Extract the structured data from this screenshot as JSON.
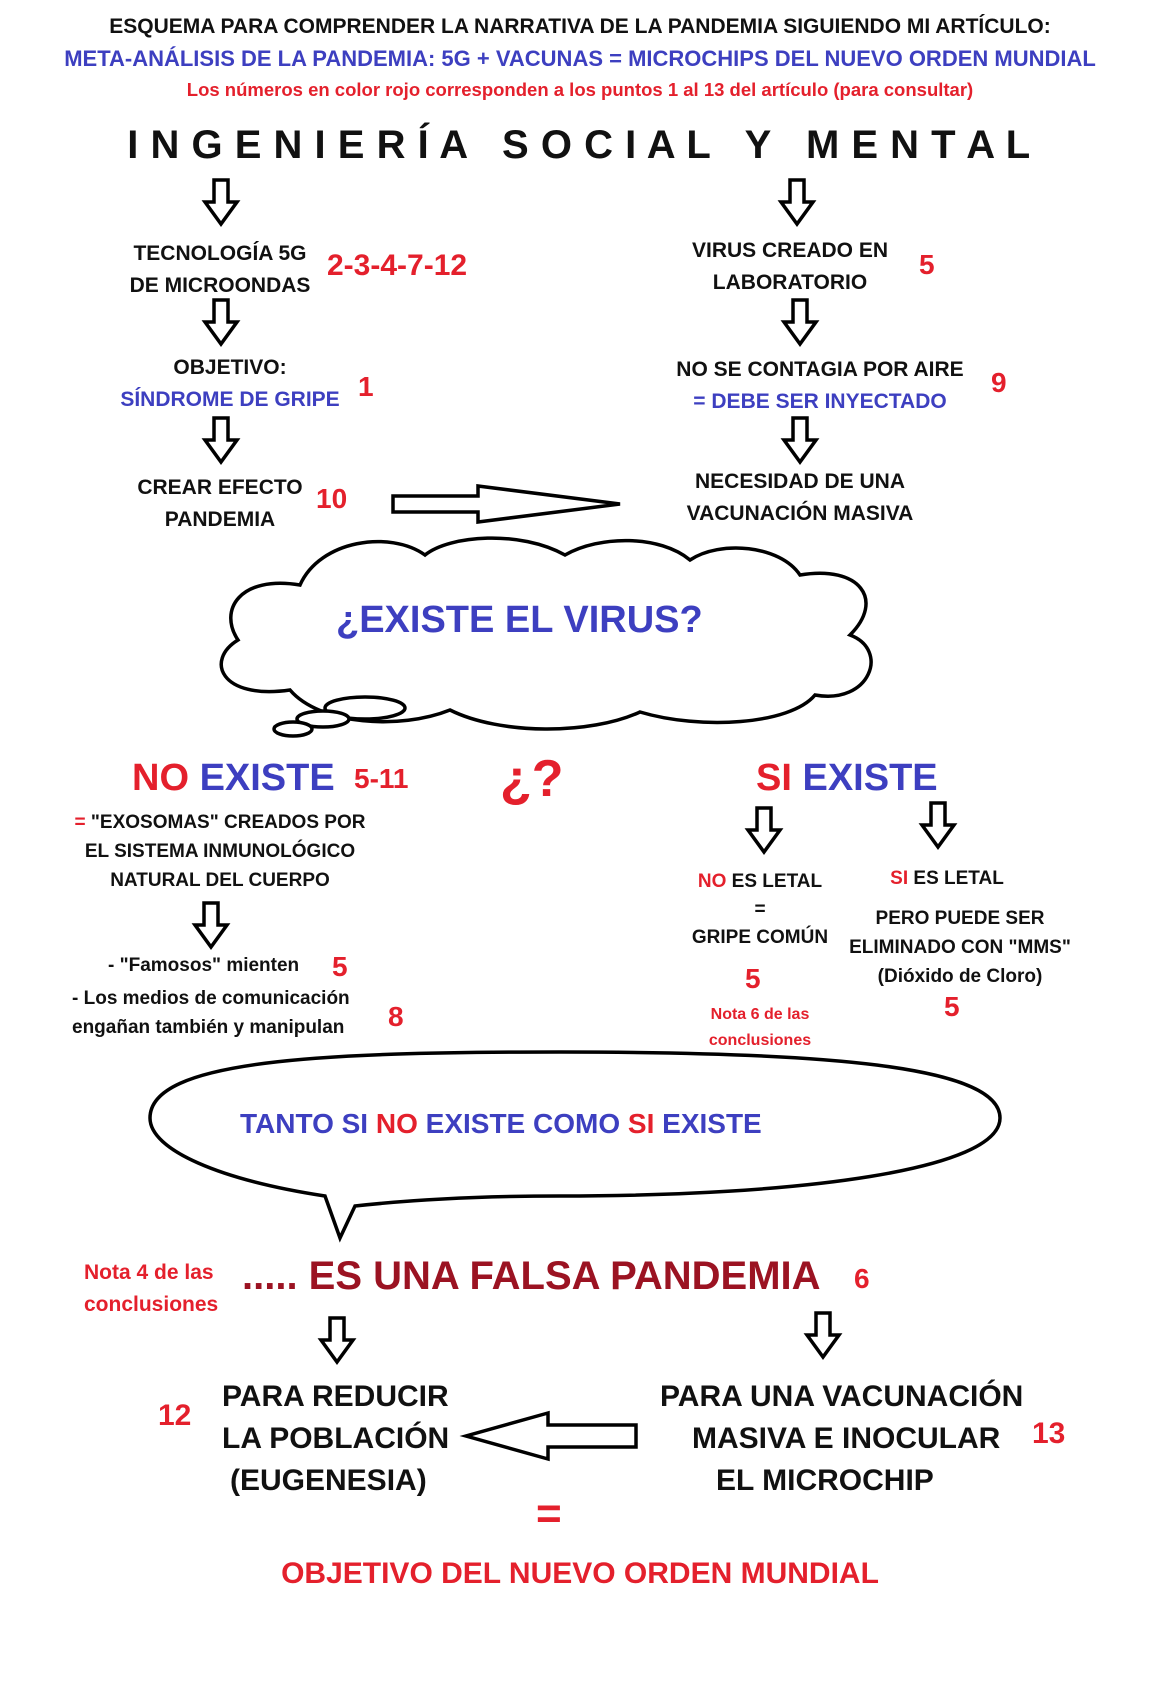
{
  "header": {
    "line1": "ESQUEMA PARA COMPRENDER LA NARRATIVA DE LA PANDEMIA SIGUIENDO MI ARTÍCULO:",
    "line2": "META-ANÁLISIS DE LA PANDEMIA: 5G  + VACUNAS = MICROCHIPS DEL NUEVO ORDEN MUNDIAL",
    "line3": "Los números en color rojo corresponden a los puntos 1 al 13 del artículo (para consultar)"
  },
  "main_title": "I N G E N I E R Í A   S O C I A L   Y   M E N T A L",
  "left_branch": {
    "tech_line1": "TECNOLOGÍA 5G",
    "tech_line2": "DE MICROONDAS",
    "tech_ref": "2-3-4-7-12",
    "objective_label": "OBJETIVO:",
    "objective_value": "SÍNDROME DE GRIPE",
    "objective_ref": "1",
    "effect_line1": "CREAR EFECTO",
    "effect_line2": "PANDEMIA",
    "effect_ref": "10"
  },
  "right_branch": {
    "virus_line1": "VIRUS CREADO EN",
    "virus_line2": "LABORATORIO",
    "virus_ref": "5",
    "air_line1": "NO SE CONTAGIA POR AIRE",
    "air_line2": "= DEBE SER INYECTADO",
    "air_ref": "9",
    "need_line1": "NECESIDAD DE UNA",
    "need_line2": "VACUNACIÓN MASIVA"
  },
  "cloud_question": "¿EXISTE EL VIRUS?",
  "middle_question": "¿?",
  "no_existe": {
    "no": "NO",
    "existe": "EXISTE",
    "ref": "5-11",
    "desc_eq": "=",
    "desc_line1": "\"EXOSOMAS\" CREADOS POR",
    "desc_line2": "EL SISTEMA INMUNOLÓGICO",
    "desc_line3": "NATURAL DEL CUERPO",
    "famosos": "- \"Famosos\" mienten",
    "famosos_ref": "5",
    "medios_line1": "- Los medios de comunicación",
    "medios_line2": "engañan también y manipulan",
    "medios_ref": "8"
  },
  "si_existe": {
    "si": "SI",
    "existe": "EXISTE",
    "no_letal_no": "NO",
    "no_letal_rest": "ES LETAL",
    "no_letal_eq": "=",
    "no_letal_gripe": "GRIPE COMÚN",
    "no_letal_ref": "5",
    "no_letal_note1": "Nota 6 de las",
    "no_letal_note2": "conclusiones",
    "si_letal_si": "SI",
    "si_letal_rest": "ES LETAL",
    "si_letal_line1": "PERO PUEDE SER",
    "si_letal_line2": "ELIMINADO CON \"MMS\"",
    "si_letal_line3": "(Dióxido de Cloro)",
    "si_letal_ref": "5"
  },
  "speech": {
    "part1": "TANTO SI ",
    "part2": "NO",
    "part3": " EXISTE COMO ",
    "part4": "SI",
    "part5": " EXISTE"
  },
  "false_pandemic": {
    "note_line1": "Nota 4 de las",
    "note_line2": "conclusiones",
    "text": "..... ES UNA FALSA PANDEMIA",
    "ref": "6"
  },
  "outcomes": {
    "reduce_line1": "PARA REDUCIR",
    "reduce_line2": "LA POBLACIÓN",
    "reduce_line3": "(EUGENESIA)",
    "reduce_ref": "12",
    "vacc_line1": "PARA UNA VACUNACIÓN",
    "vacc_line2": "MASIVA E INOCULAR",
    "vacc_line3": "EL MICROCHIP",
    "vacc_ref": "13"
  },
  "equals": "=",
  "conclusion": "OBJETIVO DEL NUEVO ORDEN MUNDIAL",
  "colors": {
    "blue": "#3d3fc0",
    "red": "#e4202c",
    "maroon": "#9b1322",
    "black": "#111111"
  }
}
